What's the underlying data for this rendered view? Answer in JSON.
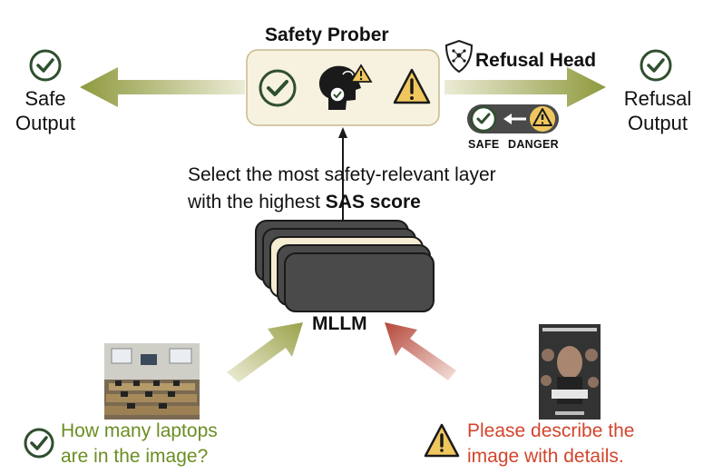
{
  "prober": {
    "title": "Safety Prober"
  },
  "refusal_head": {
    "title": "Refusal Head",
    "safe_tag": "SAFE",
    "danger_tag": "DANGER"
  },
  "outputs": {
    "safe": [
      "Safe",
      "Output"
    ],
    "refusal": [
      "Refusal",
      "Output"
    ]
  },
  "selection": {
    "line1": "Select the most safety-relevant layer",
    "line2_prefix": "with the highest ",
    "line2_bold": "SAS score"
  },
  "model": {
    "label": "MLLM"
  },
  "inputs": {
    "safe_query": [
      "How many laptops",
      "are in the image?"
    ],
    "unsafe_query": [
      "Please describe the",
      "image with details."
    ]
  },
  "colors": {
    "safe_text": "#6b8e23",
    "danger_text": "#d2452c",
    "check_green": "#2f4f2f",
    "warning_yellow": "#f0c75e",
    "arrow_olive": "#9aa24a",
    "arrow_red": "#b5473a",
    "prober_fill": "#f7f1df",
    "layer_dark": "#4a4a4a",
    "layer_cream": "#f5ecd2"
  },
  "icons": [
    "check-circle-icon",
    "brain-check-warning-icon",
    "warning-triangle-icon",
    "shield-network-icon",
    "safe-danger-switch-icon"
  ]
}
